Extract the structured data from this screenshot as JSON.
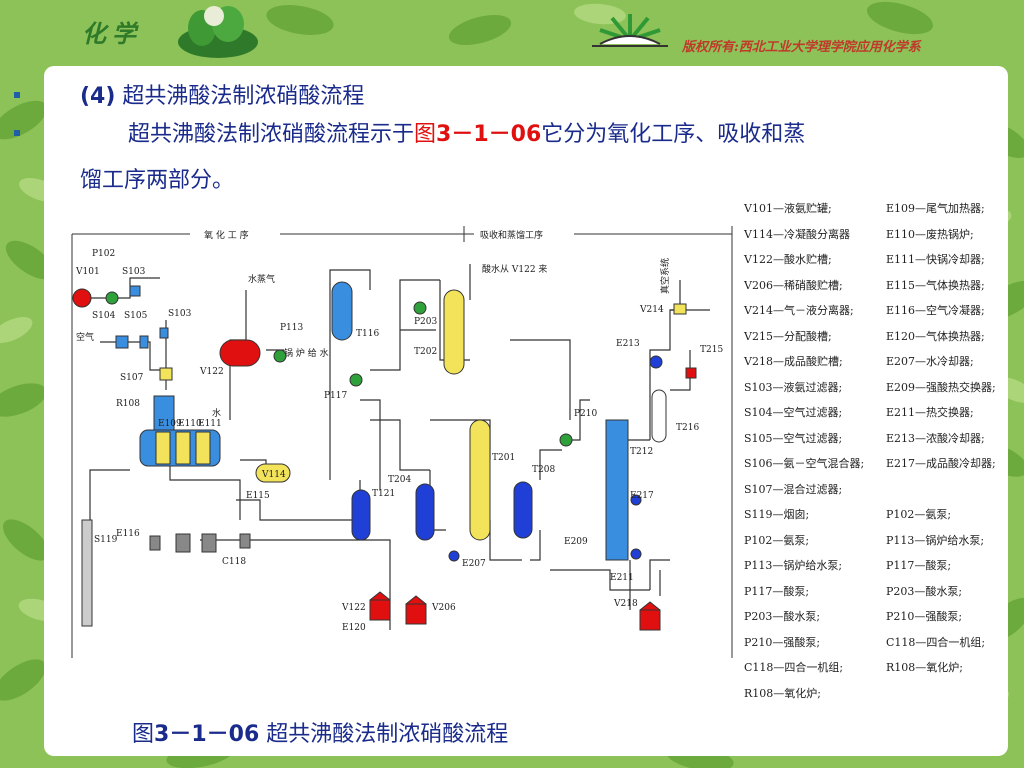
{
  "header": {
    "logo_text": "化学",
    "copyright": "版权所有:西北工业大学理学院应用化学系"
  },
  "content": {
    "line1_prefix": "(4)",
    "line1_text": "超共沸酸法制浓硝酸流程",
    "line2_a": "超共沸酸法制浓硝酸流程示于",
    "line2_fig": "图",
    "line2_fignum": "3－1－06",
    "line2_b": "它分为氧化工序、吸收和蒸",
    "line3": "馏工序两部分。"
  },
  "diagram": {
    "section_oxidation": "氧 化 工 序",
    "section_absorption": "吸收和蒸馏工序",
    "acid_from": "酸水从 V122 来",
    "vacuum": "真空系统",
    "air": "空气",
    "water": "水",
    "steam": "水蒸气",
    "boiler_feed": "锅 炉 给 水",
    "tags": {
      "P102": "P102",
      "V101": "V101",
      "S103a": "S103",
      "S104": "S104",
      "S105": "S105",
      "S103b": "S103",
      "S107": "S107",
      "R108": "R108",
      "P113": "P113",
      "V122": "V122",
      "E109": "E109",
      "E110": "E110",
      "E111": "E111",
      "V114": "V114",
      "E115": "E115",
      "T116": "T116",
      "P117": "P117",
      "P203": "P203",
      "T202": "T202",
      "T121": "T121",
      "T204": "T204",
      "T201": "T201",
      "T208": "T208",
      "E207": "E207",
      "V122b": "V122",
      "V206": "V206",
      "E120": "E120",
      "S119": "S119",
      "E116": "E116",
      "C118": "C118",
      "P210": "P210",
      "V214": "V214",
      "E213": "E213",
      "T215": "T215",
      "T216": "T216",
      "T212": "T212",
      "E217": "E217",
      "E209": "E209",
      "E211": "E211",
      "V218": "V218"
    }
  },
  "legend": {
    "col1": [
      "V101—液氨贮罐;",
      "V114—冷凝酸分离器",
      "V122—酸水贮槽;",
      "V206—稀硝酸贮槽;",
      "V214—气－液分离器;",
      "V215—分配酸槽;",
      "V218—成品酸贮槽;",
      "S103—液氨过滤器;",
      "S104—空气过滤器;",
      "S105—空气过滤器;",
      "S106—氨－空气混合器;",
      "S107—混合过滤器;",
      "S119—烟囱;",
      "P102—氨泵;",
      "P113—锅炉给水泵;",
      "P117—酸泵;",
      "P203—酸水泵;",
      "P210—强酸泵;",
      "C118—四合一机组;",
      "R108—氧化炉;"
    ],
    "col2": [
      "E109—尾气加热器;",
      "E110—废热锅炉;",
      "E111—快锅冷却器;",
      "E115—气体换热器;",
      "E116—空气冷凝器;",
      "E120—气体换热器;",
      "E207—水冷却器;",
      "E209—强酸热交换器;",
      "E211—热交换器;",
      "E213—浓酸冷却器;",
      "E217—成品酸冷却器;",
      "",
      "P102—氨泵;",
      "P113—锅炉给水泵;",
      "P117—酸泵;",
      "P203—酸水泵;",
      "P210—强酸泵;",
      "C118—四合一机组;",
      "R108—氧化炉;"
    ]
  },
  "caption": {
    "fig": "图",
    "num": "3－1－06",
    "text": "超共沸酸法制浓硝酸流程"
  },
  "colors": {
    "text_blue": "#1a2b8c",
    "accent_red": "#e01010",
    "leaf_green": "#7fb84a"
  }
}
